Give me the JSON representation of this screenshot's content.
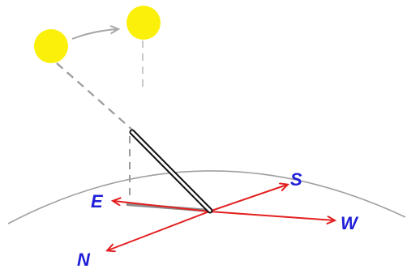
{
  "diagram": {
    "labels": {
      "south": "S",
      "west": "W",
      "east": "E",
      "north": "N"
    },
    "colors": {
      "sun": "#fbf00a",
      "arrow": "#e32020",
      "label": "#2020d8",
      "horizon": "#a0a0a0",
      "dashed": "#9a9a9a",
      "shadow": "#8a8a8a",
      "pole": "#111111"
    },
    "icons": {
      "sun_start": "sun-icon",
      "sun_end": "sun-icon",
      "motion": "curved-arrow-icon"
    }
  }
}
